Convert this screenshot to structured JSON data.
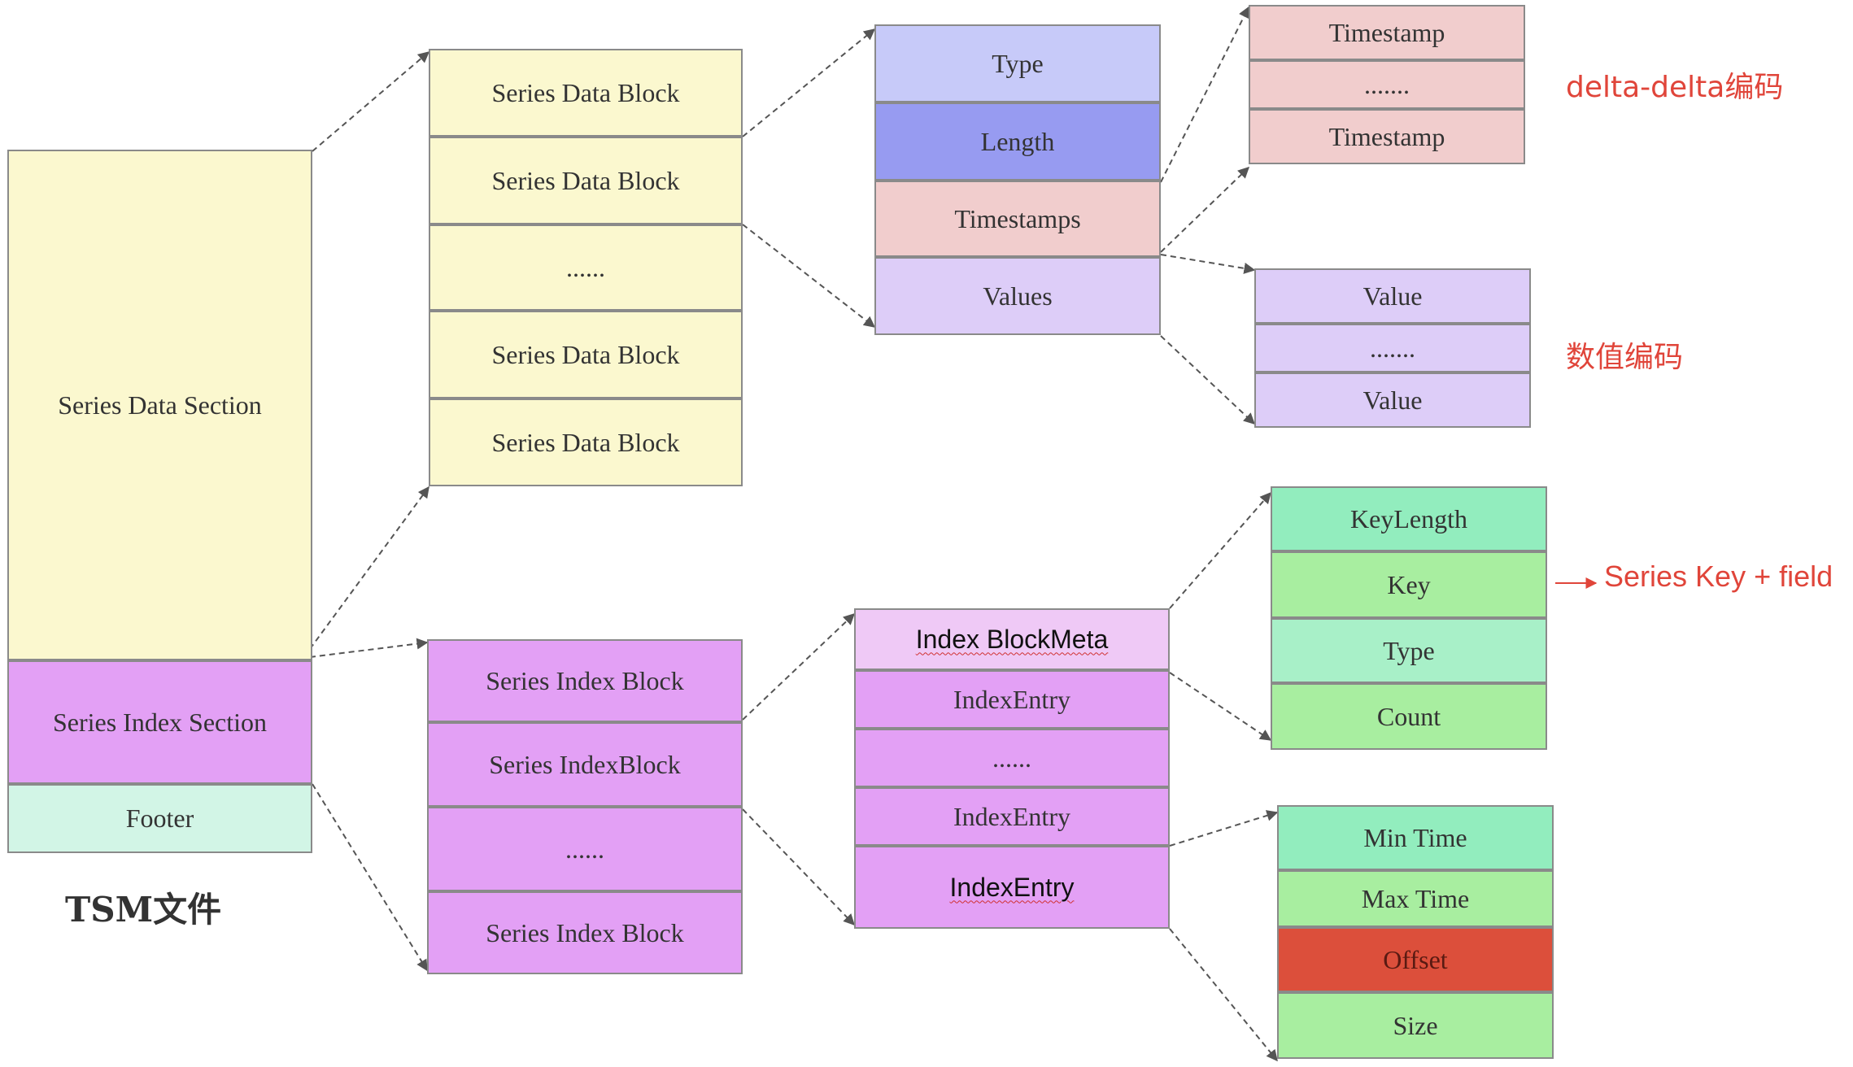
{
  "colors": {
    "data_yellow": "#fbf8cf",
    "index_purple": "#e3a0f5",
    "footer_mint": "#d2f5e6",
    "type_lavender": "#c7caf9",
    "length_blue": "#979bf1",
    "timestamp_pink": "#f1cdcd",
    "value_lilac": "#ddcdf8",
    "meta_light_purple": "#efc9f6",
    "green_mint": "#92edbe",
    "green_light": "#a8eea0",
    "offset_red": "#dc4f3b",
    "annotation_red": "#e0453a",
    "arrow_gray": "#555555"
  },
  "tsm_file": {
    "caption": "TSM文件",
    "series_data_section": "Series Data Section",
    "series_index_section": "Series Index Section",
    "footer": "Footer"
  },
  "data_blocks": {
    "rows": [
      "Series Data Block",
      "Series Data Block",
      "......",
      "Series Data Block",
      "Series Data Block"
    ]
  },
  "block_fields": {
    "type": "Type",
    "length": "Length",
    "timestamps": "Timestamps",
    "values": "Values"
  },
  "timestamps_list": {
    "rows": [
      "Timestamp",
      ".......",
      "Timestamp"
    ],
    "annotation": "delta-delta编码"
  },
  "values_list": {
    "rows": [
      "Value",
      ".......",
      "Value"
    ],
    "annotation": "数值编码"
  },
  "index_blocks": {
    "rows": [
      "Series Index Block",
      "Series IndexBlock",
      "......",
      "Series Index Block"
    ]
  },
  "index_block_detail": {
    "meta": "Index BlockMeta",
    "rows": [
      "IndexEntry",
      "......",
      "IndexEntry"
    ],
    "last": "IndexEntry"
  },
  "block_meta_fields": {
    "rows": [
      "KeyLength",
      "Key",
      "Type",
      "Count"
    ],
    "key_annotation": "Series Key + field"
  },
  "index_entry_fields": {
    "rows": [
      "Min Time",
      "Max Time",
      "Offset",
      "Size"
    ]
  }
}
